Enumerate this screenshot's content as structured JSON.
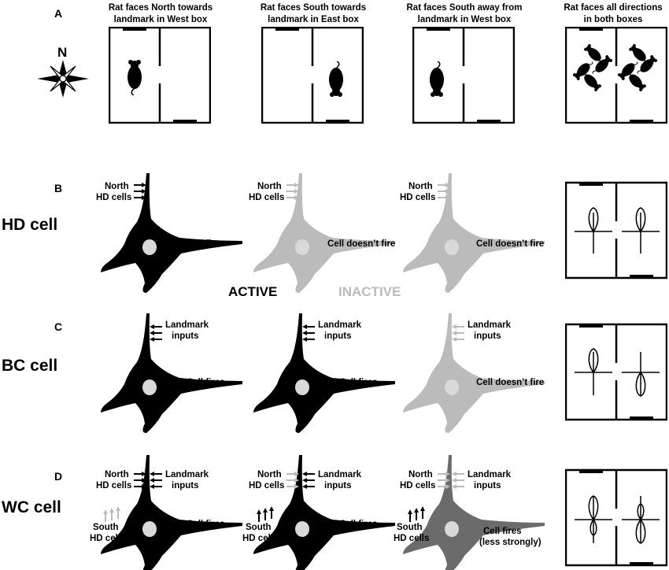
{
  "panel_letters": [
    "A",
    "B",
    "C",
    "D"
  ],
  "compass_label": "N",
  "row_a_titles": [
    [
      "Rat faces North towards",
      "landmark in West box"
    ],
    [
      "Rat faces South towards",
      "landmark in East box"
    ],
    [
      "Rat faces South away from",
      "landmark in West box"
    ],
    [
      "Rat faces all directions",
      "in both boxes"
    ]
  ],
  "cell_types": [
    "HD cell",
    "BC cell",
    "WC cell"
  ],
  "legend": {
    "active": "ACTIVE",
    "inactive": "INACTIVE"
  },
  "input_labels": {
    "north_hd": [
      "North",
      "HD cells"
    ],
    "landmark": [
      "Landmark",
      "inputs"
    ],
    "south_hd": [
      "South",
      "HD cells"
    ]
  },
  "outcomes": {
    "fires": "Cell fires",
    "not_fire": "Cell doesn’t fire",
    "less_strongly": [
      "Cell fires",
      "(less strongly)"
    ]
  },
  "colors": {
    "active": "#000000",
    "inactive": "#bbbbbb",
    "partial": "#6b6b6b",
    "nucleus": "#d9d9d9"
  }
}
